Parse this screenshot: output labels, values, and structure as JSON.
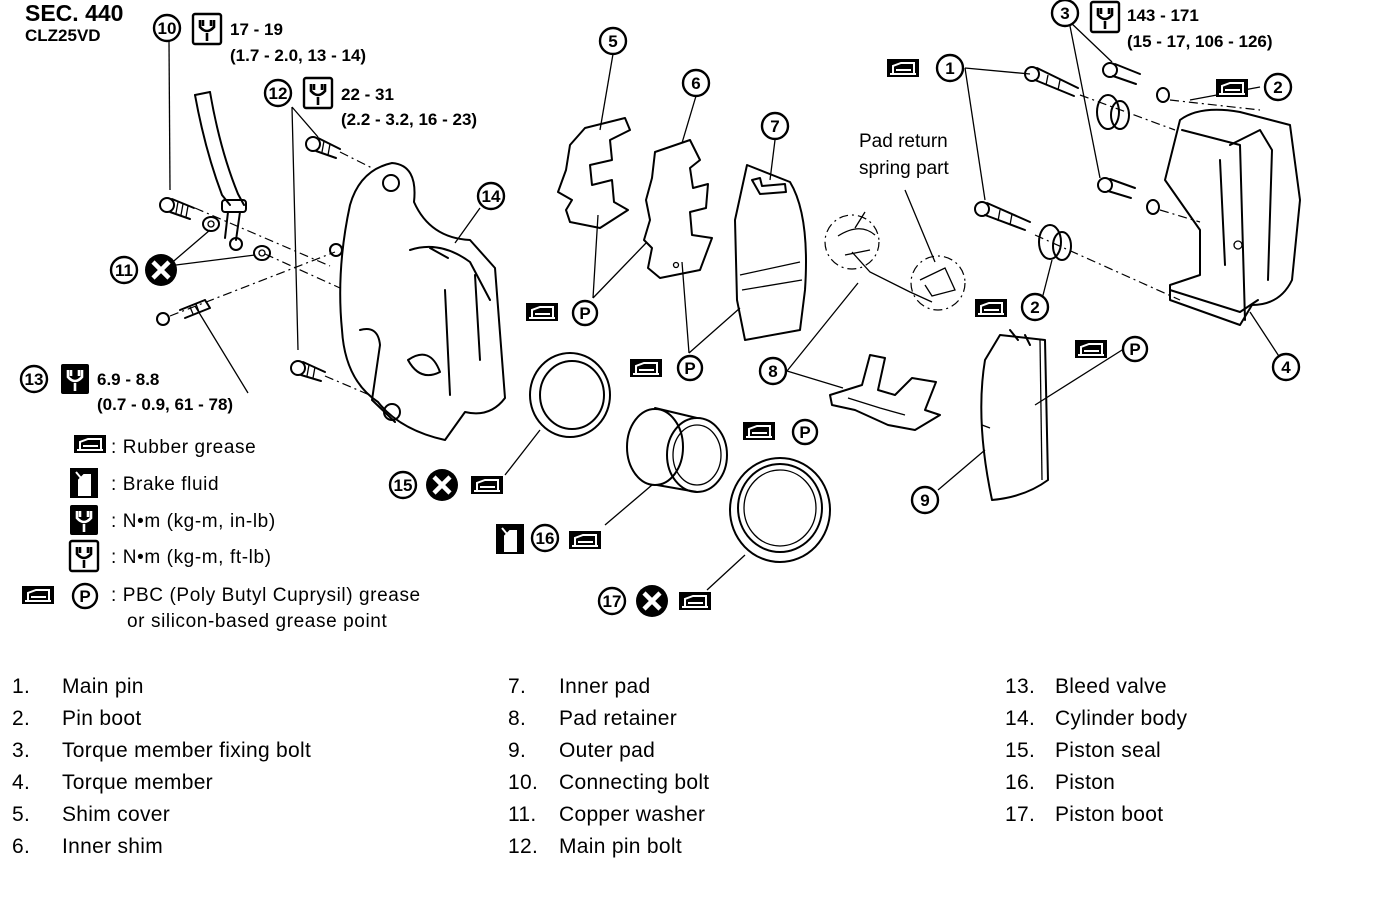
{
  "header": {
    "section": "SEC. 440",
    "model": "CLZ25VD"
  },
  "specs": {
    "s10_range": "17 - 19",
    "s10_alt": "(1.7 - 2.0, 13 - 14)",
    "s12_range": "22 - 31",
    "s12_alt": "(2.2 - 3.2, 16 - 23)",
    "s3_range": "143 - 171",
    "s3_alt": "(15 - 17, 106 - 126)",
    "s13_range": "6.9 - 8.8",
    "s13_alt": "(0.7 - 0.9, 61 - 78)"
  },
  "callouts": [
    "1",
    "2",
    "3",
    "4",
    "5",
    "6",
    "7",
    "8",
    "9",
    "10",
    "11",
    "12",
    "13",
    "14",
    "15",
    "16",
    "17"
  ],
  "pbc_symbol": "P",
  "pad_return_note": {
    "line1": "Pad return",
    "line2": "spring part"
  },
  "legend": {
    "rubber_grease": ": Rubber grease",
    "brake_fluid": ": Brake fluid",
    "nm_in_lb": ": N•m (kg-m, in-lb)",
    "nm_ft_lb": ": N•m (kg-m, ft-lb)",
    "pbc_line1": ": PBC (Poly Butyl Cuprysil) grease",
    "pbc_line2": "or silicon-based grease point"
  },
  "parts_list": [
    {
      "num": "1.",
      "name": "Main pin"
    },
    {
      "num": "2.",
      "name": "Pin boot"
    },
    {
      "num": "3.",
      "name": "Torque member fixing bolt"
    },
    {
      "num": "4.",
      "name": "Torque member"
    },
    {
      "num": "5.",
      "name": "Shim cover"
    },
    {
      "num": "6.",
      "name": "Inner shim"
    },
    {
      "num": "7.",
      "name": "Inner pad"
    },
    {
      "num": "8.",
      "name": "Pad retainer"
    },
    {
      "num": "9.",
      "name": "Outer pad"
    },
    {
      "num": "10.",
      "name": "Connecting bolt"
    },
    {
      "num": "11.",
      "name": "Copper washer"
    },
    {
      "num": "12.",
      "name": "Main pin bolt"
    },
    {
      "num": "13.",
      "name": "Bleed valve"
    },
    {
      "num": "14.",
      "name": "Cylinder body"
    },
    {
      "num": "15.",
      "name": "Piston seal"
    },
    {
      "num": "16.",
      "name": "Piston"
    },
    {
      "num": "17.",
      "name": "Piston boot"
    }
  ]
}
